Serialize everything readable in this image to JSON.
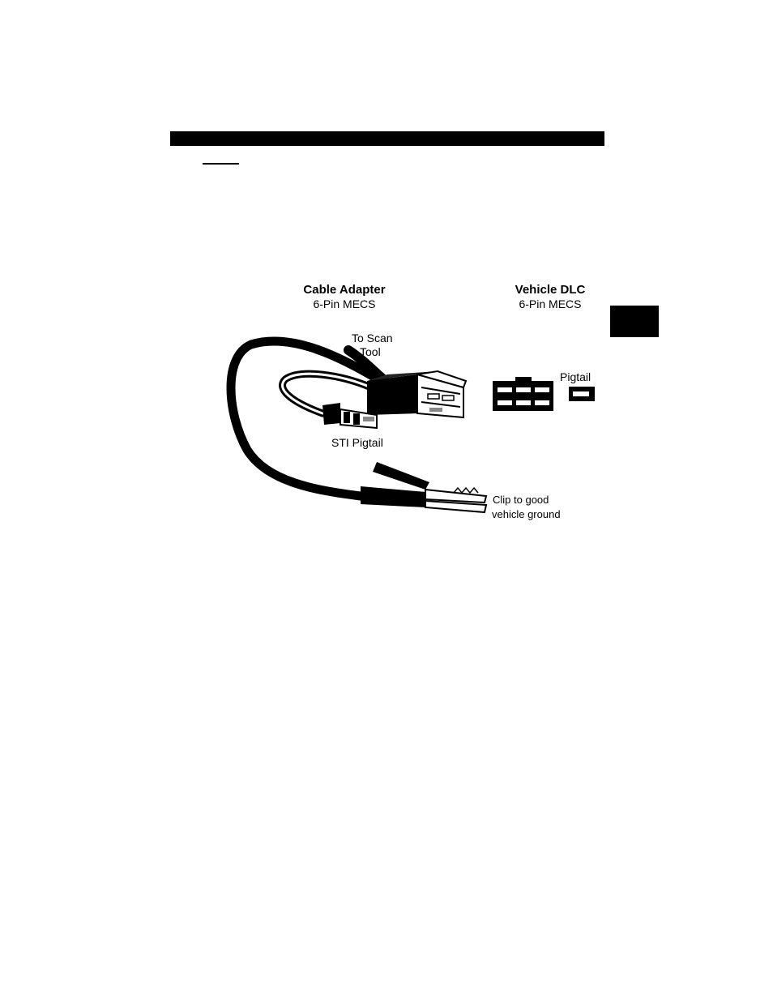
{
  "cable_adapter": {
    "title": "Cable Adapter",
    "subtitle": "6-Pin MECS"
  },
  "vehicle_dlc": {
    "title": "Vehicle DLC",
    "subtitle": "6-Pin MECS",
    "pigtail_label": "Pigtail"
  },
  "labels": {
    "to_scan_tool_line1": "To Scan",
    "to_scan_tool_line2": "Tool",
    "sti_pigtail": "STI Pigtail",
    "clip_line1": "Clip to good",
    "clip_line2": "vehicle ground"
  }
}
